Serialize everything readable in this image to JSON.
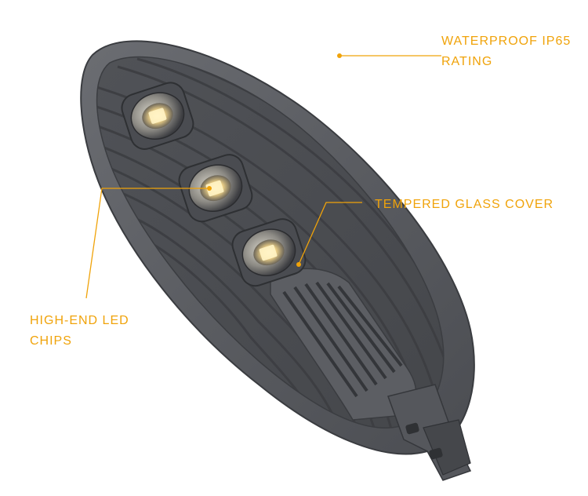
{
  "annotations": {
    "waterproof": {
      "line1": "WATERPROOF IP65",
      "line2": "RATING"
    },
    "glass_cover": {
      "line1": "TEMPERED GLASS COVER"
    },
    "led_chips": {
      "line1": "HIGH-END LED",
      "line2": "CHIPS"
    }
  },
  "colors": {
    "accent": "#f0a30a",
    "housing": "#5b5d61",
    "housing_dark": "#3f4145",
    "fins": "#4a4c50",
    "led_glow": "#ffe9a8"
  },
  "icons": [
    "street-light-housing",
    "led-module",
    "heat-sink",
    "mounting-clamp"
  ]
}
